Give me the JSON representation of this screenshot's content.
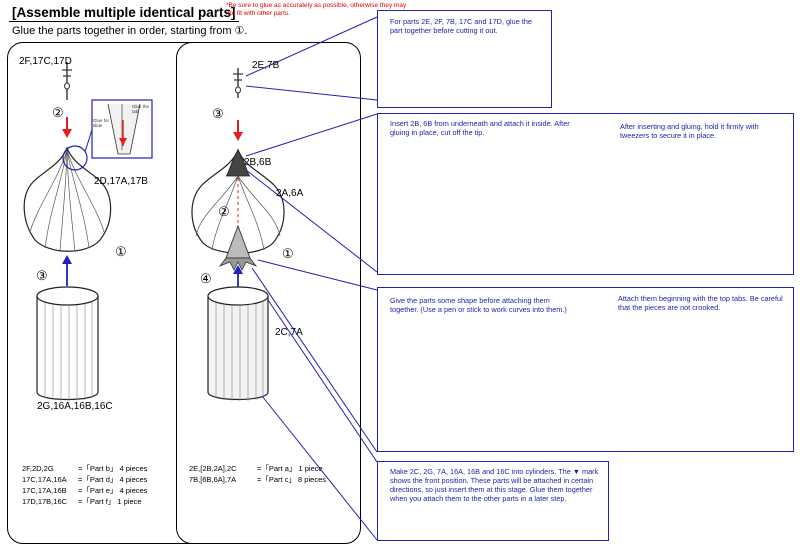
{
  "header": {
    "title": "[Assemble multiple identical parts]",
    "note": "*Be sure to glue as accurately as possible, otherwise they may not fit with other parts.",
    "subtitle": "Glue the parts together in order, starting from ①."
  },
  "panel1": {
    "top_label": "2F,17C,17D",
    "step2": "②",
    "step3": "③",
    "step1": "①",
    "dome_label": "2D,17A,17B",
    "cyl_label": "2G,16A,16B,16C",
    "inset_glue_note": "Glue for slide",
    "inset_glue_note2": "Glue the tab",
    "parts": [
      {
        "codes": "2F,2D,2G",
        "part": "=「Part b」 4 pieces"
      },
      {
        "codes": "17C,17A,16A",
        "part": "=「Part d」 4 pieces"
      },
      {
        "codes": "17C,17A,16B",
        "part": "=「Part e」 4 pieces"
      },
      {
        "codes": "17D,17B,16C",
        "part": "=「Part f」 1 piece"
      }
    ]
  },
  "panel2": {
    "top_label": "2E,7B",
    "step3": "③",
    "step2": "②",
    "step4": "④",
    "step1": "①",
    "cap_label": "2B,6B",
    "dome_label": "2A,6A",
    "cyl_label": "2C,7A",
    "parts": [
      {
        "codes": "2E,[2B,2A],2C",
        "part": "=「Part a」 1 piece"
      },
      {
        "codes": "7B,[6B,6A],7A",
        "part": "=「Part c」 8 pieces"
      }
    ]
  },
  "boxes": {
    "b1_text": "For parts 2E, 2F, 7B, 17C and 17D, glue the part together before cutting it out.",
    "b2_left": "Insert 2B, 6B from underneath and attach it inside. After gluing in place, cut off the tip.",
    "b2_right": "After inserting and gluing, hold it firmly with tweezers to secure it in place.",
    "b3_left": "Give the parts some shape before attaching them together. (Use a pen or stick to work curves into them.)",
    "b3_right": "Attach them beginning with the top tabs. Be careful that the pieces are not crooked.",
    "b4_text": "Make 2C, 2G, 7A, 16A, 16B and 16C into cylinders. The ▼ mark shows the front position. These parts will be attached in certain directions, so just insert them at this stage. Glue them together when you attach them to the other parts in a later step."
  },
  "colors": {
    "blue": "#1f22b5",
    "red": "#e00000",
    "arrow_red": "#e02020"
  }
}
